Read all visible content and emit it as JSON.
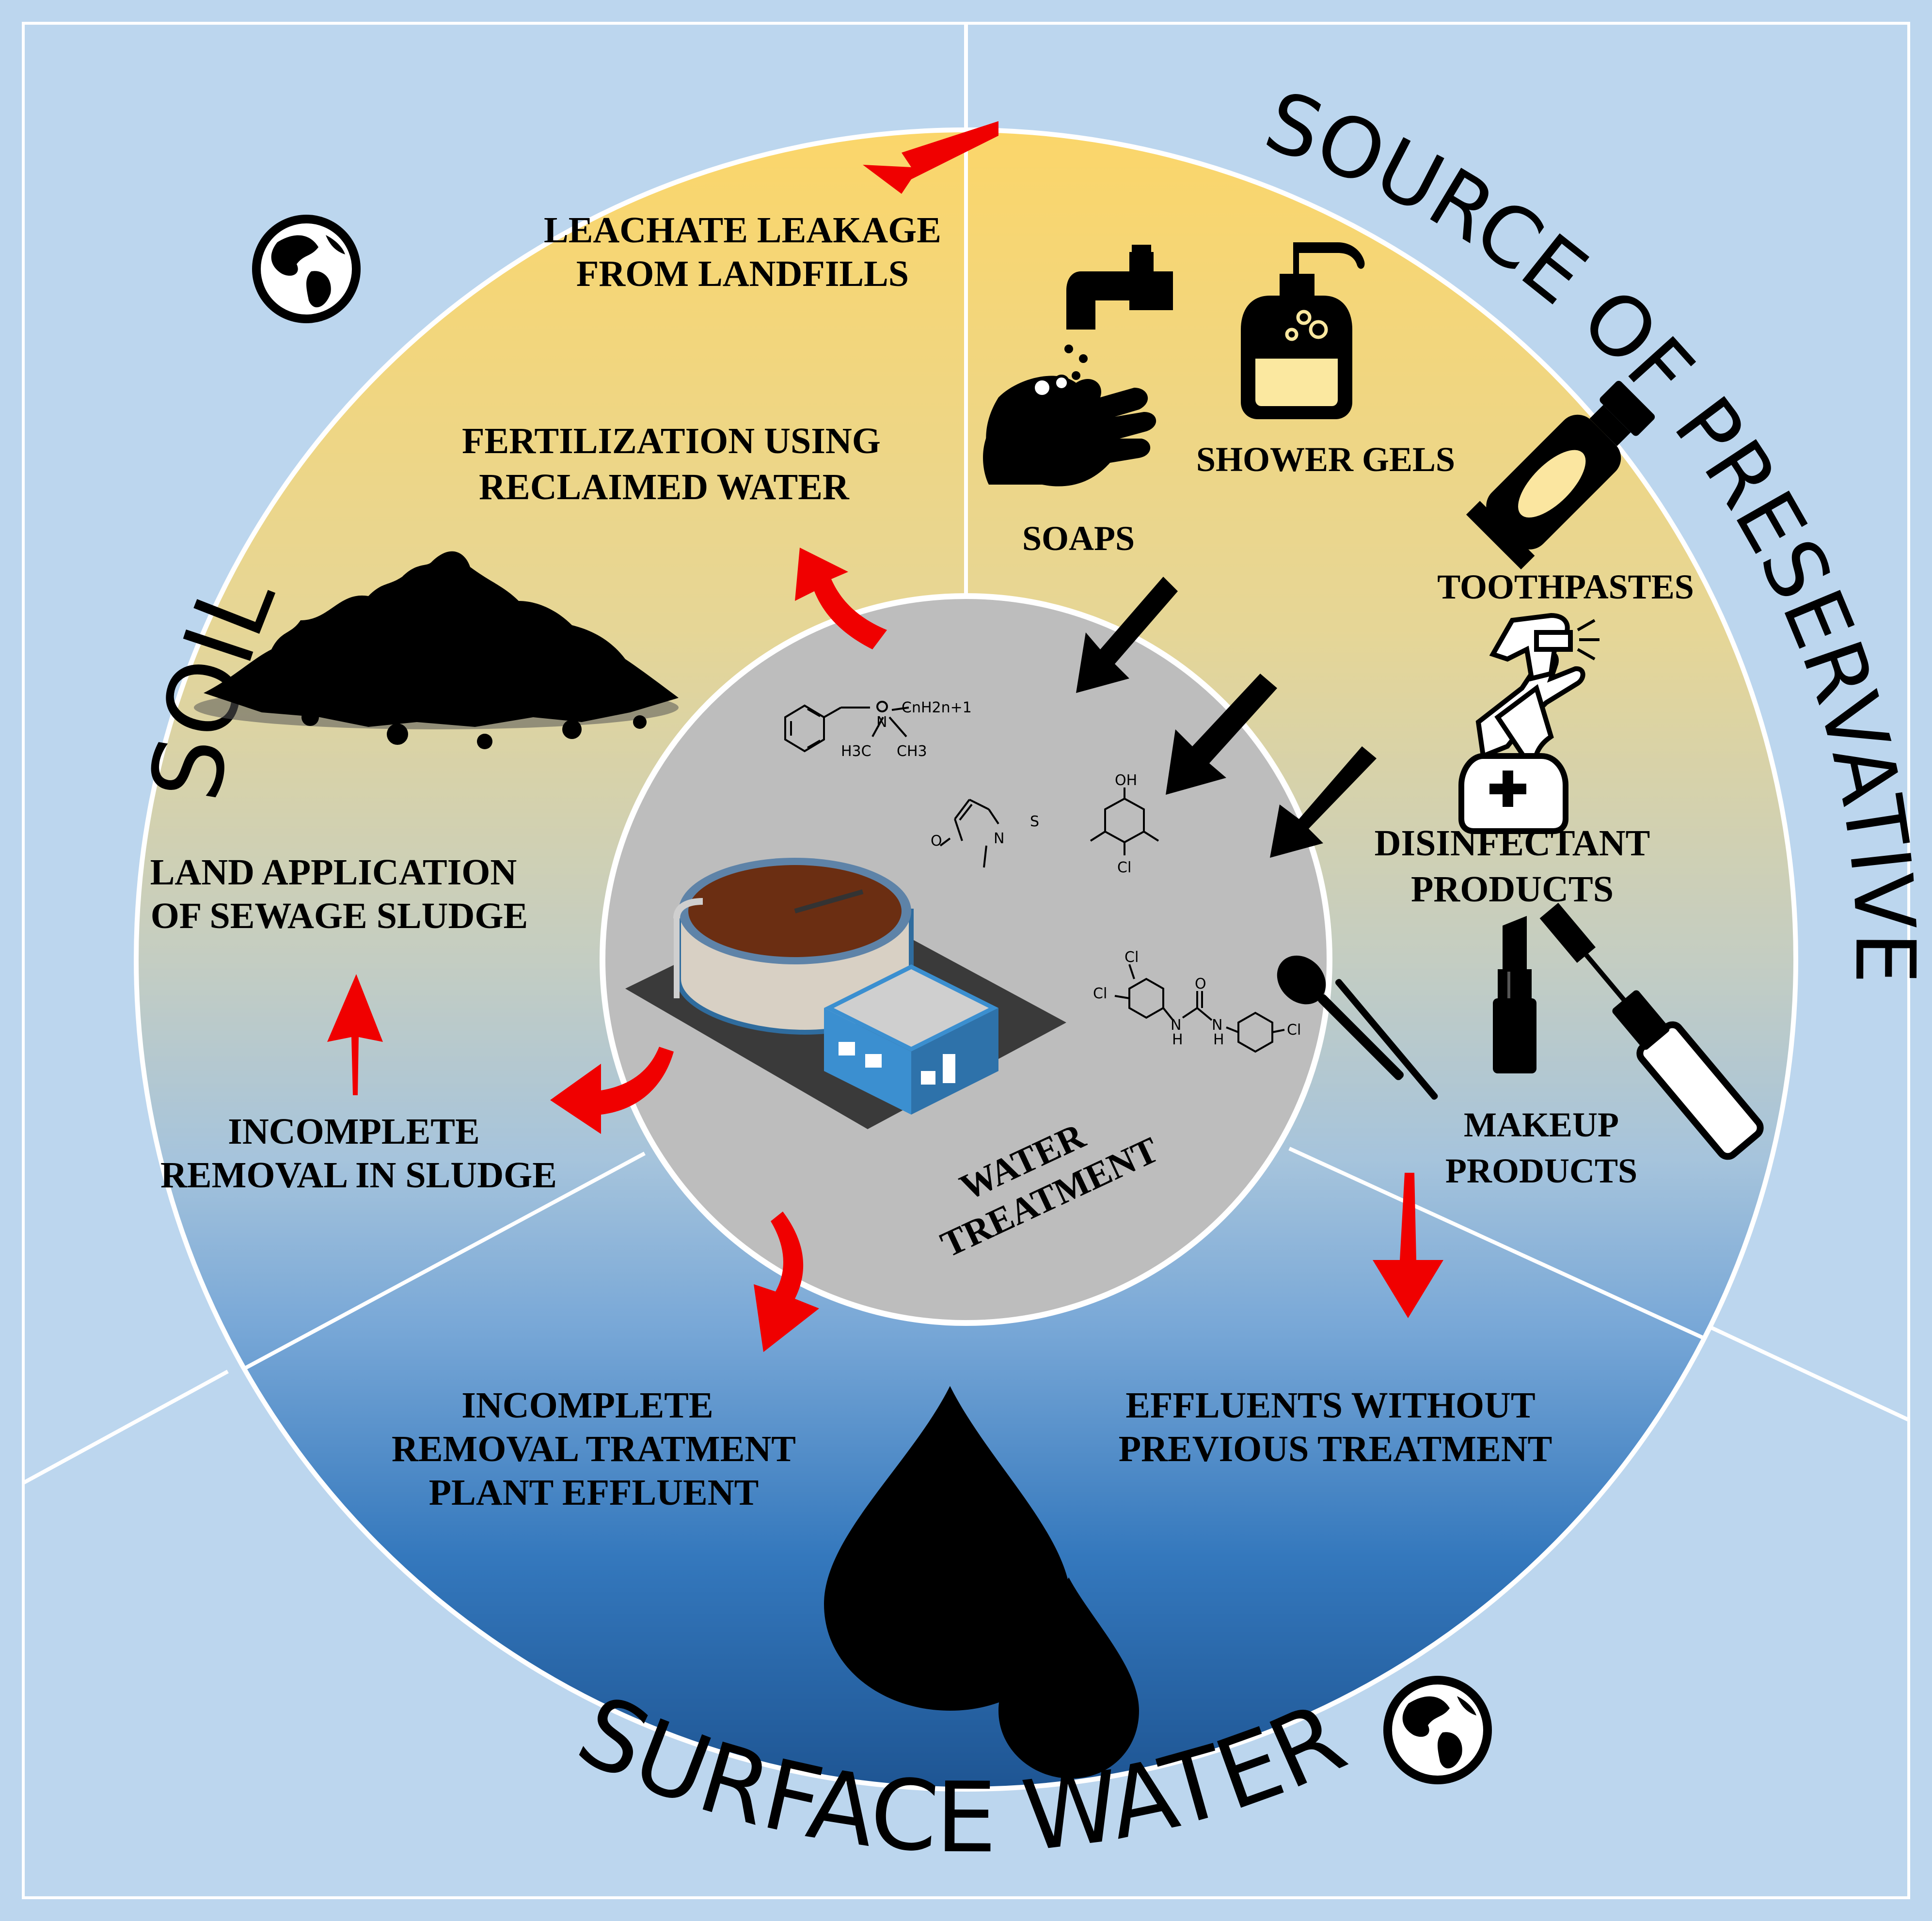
{
  "colors": {
    "background": "#bcd6ee",
    "ring_top": "#f7d66e",
    "ring_bottom": "#2a6bb3",
    "center": "#bfbfbf",
    "arrow_red": "#f00000",
    "arrow_black": "#000000",
    "tank_liquid": "#6b2e12",
    "building_blue": "#3b8fd0"
  },
  "sectors": {
    "soil_title": "SOIL",
    "source_title": "SOURCE OF PRESERVATIVES",
    "surface_title": "SURFACE WATER"
  },
  "soil": {
    "leachate": [
      "LEACHATE LEAKAGE",
      "FROM LANDFILLS"
    ],
    "fertilization": [
      "FERTILIZATION USING",
      "RECLAIMED WATER"
    ],
    "land_application": [
      "LAND APPLICATION",
      "OF SEWAGE SLUDGE"
    ],
    "incomplete_sludge": [
      "INCOMPLETE",
      "REMOVAL IN SLUDGE"
    ]
  },
  "sources": {
    "soaps": "SOAPS",
    "shower_gels": "SHOWER GELS",
    "toothpastes": "TOOTHPASTES",
    "disinfectant": [
      "DISINFECTANT",
      "PRODUCTS"
    ],
    "makeup": [
      "MAKEUP",
      "PRODUCTS"
    ]
  },
  "surface": {
    "incomplete_effluent": [
      "INCOMPLETE",
      "REMOVAL TRATMENT",
      "PLANT EFFLUENT"
    ],
    "effluents_untreated": [
      "EFFLUENTS WITHOUT",
      "PREVIOUS TREATMENT"
    ]
  },
  "center": {
    "label": [
      "WATER",
      "TREATMENT"
    ],
    "chem_labels": {
      "quat_chain": "CnH2n+1",
      "quat_n": "N",
      "quat_h3c": "H3C",
      "quat_ch3": "CH3",
      "iso_s": "S",
      "iso_n": "N",
      "iso_o": "O",
      "phenol_oh": "OH",
      "phenol_cl": "Cl",
      "tcc_cl1": "Cl",
      "tcc_cl2": "Cl",
      "tcc_cl3": "Cl",
      "tcc_o": "O",
      "tcc_n1": "N",
      "tcc_h1": "H",
      "tcc_n2": "N",
      "tcc_h2": "H"
    }
  },
  "icons": {
    "globe_soil": "globe-icon",
    "globe_water": "globe-icon",
    "soil_pile": "soil-pile-icon",
    "handwash": "handwash-icon",
    "soap_bottle": "soap-bottle-icon",
    "toothpaste": "toothpaste-icon",
    "spray": "spray-bottle-icon",
    "makeup": "makeup-icon",
    "drops": "water-drop-icon",
    "plant": "treatment-plant-icon"
  }
}
